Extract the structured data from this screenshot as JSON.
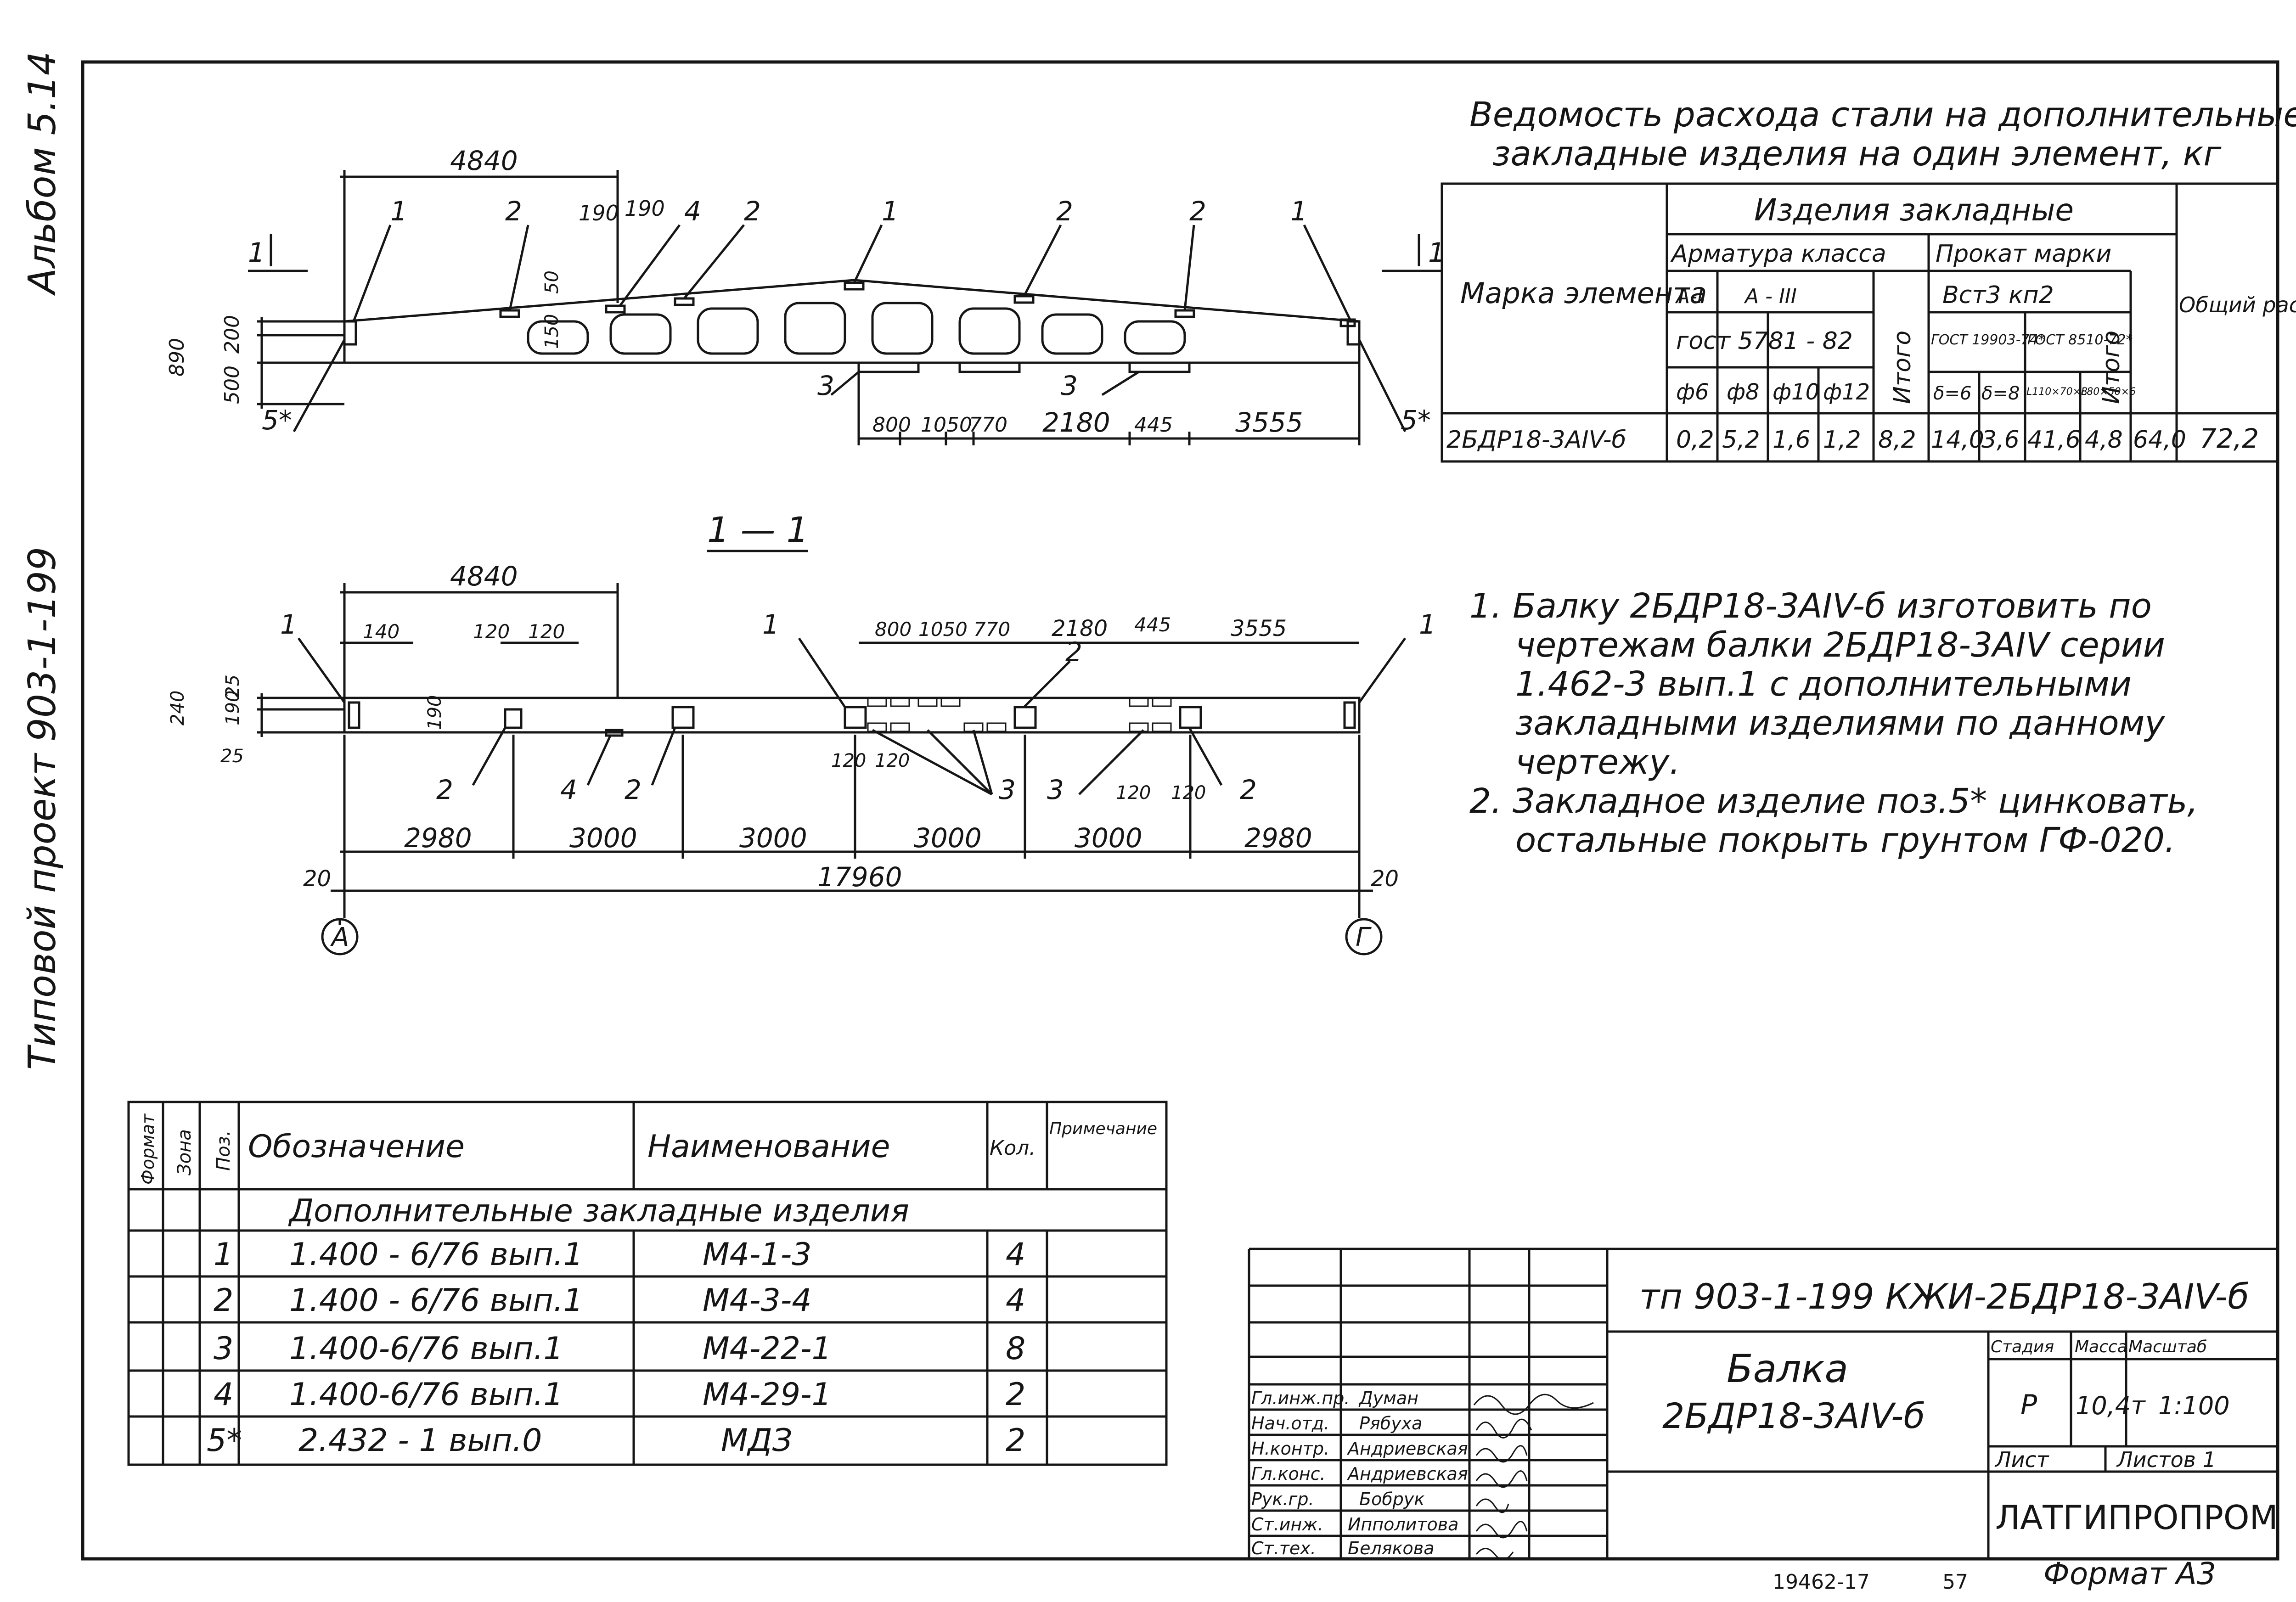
{
  "side_labels": {
    "album": "Альбом 5.14",
    "project": "Типовой проект 903-1-199"
  },
  "steel_table": {
    "title_line1": "Ведомость расхода стали на дополнительные",
    "title_line2": "закладные изделия на один элемент, кг",
    "col_mark": "Марка элемента",
    "group_header": "Изделия закладные",
    "rebar_class": "Арматура класса",
    "rolled_grade": "Прокат марки",
    "a1": "A-I",
    "a3": "A - III",
    "gost_rebar": "гост 5781 - 82",
    "vst": "Вст3 кп2",
    "gost_sheet": "ГОСТ 19903-74*",
    "gost_angle": "ГОСТ 8510-72*",
    "total_sub": "Итого",
    "total_all": "Общий расход",
    "diameters": [
      "ф6",
      "ф8",
      "ф10",
      "ф12"
    ],
    "rolled_sizes": [
      "δ=6",
      "δ=8",
      "L110×70×8",
      "L80×50×6"
    ],
    "row": {
      "mark": "2БДР18-3АIV-б",
      "values": [
        "0,2",
        "5,2",
        "1,6",
        "1,2",
        "8,2",
        "14,0",
        "3,6",
        "41,6",
        "4,8",
        "64,0",
        "72,2"
      ]
    }
  },
  "top_view": {
    "callouts": [
      "1",
      "2",
      "190",
      "190",
      "4",
      "2",
      "1",
      "2",
      "2",
      "1"
    ],
    "section_mark": "1",
    "dims_top": "4840",
    "dims_left": [
      "890",
      "200",
      "500"
    ],
    "dim_50": "50",
    "dim_150": "150",
    "labels_bottom": [
      "5*",
      "3",
      "3",
      "5*"
    ],
    "dims_bottom": [
      "800",
      "1050",
      "770",
      "2180",
      "445",
      "3555"
    ]
  },
  "section_view": {
    "title": "1 — 1",
    "dims_top": [
      "4840",
      "140",
      "120",
      "120",
      "800",
      "1050",
      "770",
      "2180",
      "445",
      "3555"
    ],
    "dims_left": [
      "240",
      "190",
      "25",
      "25",
      "190"
    ],
    "labels": [
      "1",
      "1",
      "1",
      "2",
      "2",
      "4",
      "2",
      "3",
      "3",
      "2"
    ],
    "small_dims": [
      "120",
      "120",
      "120",
      "120"
    ],
    "dims_bottom": [
      "2980",
      "3000",
      "3000",
      "3000",
      "3000",
      "2980"
    ],
    "overall": "17960",
    "end_offsets": [
      "20",
      "20"
    ],
    "axes": [
      "А",
      "Г"
    ]
  },
  "notes": [
    "1. Балку 2БДР18-3АIV-б изготовить по",
    "чертежам балки 2БДР18-3АIV серии",
    "1.462-3 вып.1 с дополнительными",
    "закладными изделиями по данному",
    "чертежу.",
    "2. Закладное изделие поз.5* цинковать,",
    "остальные покрыть грунтом ГФ-020."
  ],
  "spec_table": {
    "headers": {
      "format": "Формат",
      "zone": "Зона",
      "pos": "Поз.",
      "designation": "Обозначение",
      "name": "Наименование",
      "qty": "Кол.",
      "note": "Примечание"
    },
    "section_title": "Дополнительные закладные изделия",
    "rows": [
      {
        "pos": "1",
        "designation": "1.400 - 6/76  вып.1",
        "name": "М4-1-3",
        "qty": "4"
      },
      {
        "pos": "2",
        "designation": "1.400 - 6/76  вып.1",
        "name": "М4-3-4",
        "qty": "4"
      },
      {
        "pos": "3",
        "designation": "1.400-6/76  вып.1",
        "name": "М4-22-1",
        "qty": "8"
      },
      {
        "pos": "4",
        "designation": "1.400-6/76  вып.1",
        "name": "М4-29-1",
        "qty": "2"
      },
      {
        "pos": "5*",
        "designation": "2.432 - 1  вып.0",
        "name": "МДЗ",
        "qty": "2"
      }
    ]
  },
  "title_block": {
    "code": "тп 903-1-199  КЖИ-2БДР18-3АIV-б",
    "name_line1": "Балка",
    "name_line2": "2БДР18-3АIV-б",
    "stage_label": "Стадия",
    "mass_label": "Масса",
    "scale_label": "Масштаб",
    "stage": "Р",
    "mass": "10,4т",
    "scale": "1:100",
    "sheet_label": "Лист",
    "sheets_label": "Листов 1",
    "org": "ЛАТГИПРОПРОМ",
    "staff": [
      {
        "role": "Гл.инж.пр.",
        "name": "Думан"
      },
      {
        "role": "Нач.отд.",
        "name": "Рябуха"
      },
      {
        "role": "Н.контр.",
        "name": "Андриевская"
      },
      {
        "role": "Гл.конс.",
        "name": "Андриевская"
      },
      {
        "role": "Рук.гр.",
        "name": "Бобрук"
      },
      {
        "role": "Ст.инж.",
        "name": "Ипполитова"
      },
      {
        "role": "Ст.тех.",
        "name": "Белякова"
      }
    ]
  },
  "footer": {
    "archive_no": "19462-17",
    "page_no": "57",
    "format": "Формат А3"
  }
}
